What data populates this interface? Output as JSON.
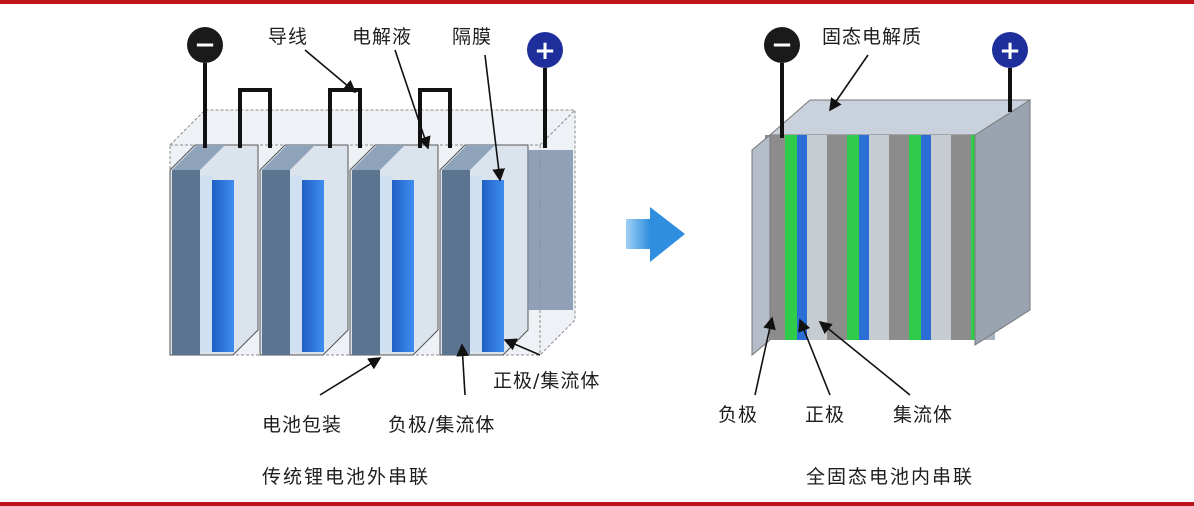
{
  "colors": {
    "rule": "#c0141b",
    "negative_terminal": "#1a1a1a",
    "positive_terminal": "#1e2f9c",
    "electrolyte_green": "#2ecc4a",
    "current_collector_blue": "#2b6fd6",
    "casing_gray": "#7f93ac",
    "arrow_blue": "#4aa3e6"
  },
  "left_diagram": {
    "terminal_negative": "−",
    "terminal_positive": "+",
    "label_wire": "导线",
    "label_electrolyte": "电解液",
    "label_separator": "隔膜",
    "label_cathode": "正极/集流体",
    "label_package": "电池包装",
    "label_anode": "负极/集流体",
    "caption": "传统锂电池外串联"
  },
  "arrow": "right-arrow-icon",
  "right_diagram": {
    "terminal_negative": "−",
    "terminal_positive": "+",
    "label_solid_electrolyte": "固态电解质",
    "label_anode": "负极",
    "label_cathode": "正极",
    "label_collector": "集流体",
    "caption": "全固态电池内串联"
  }
}
